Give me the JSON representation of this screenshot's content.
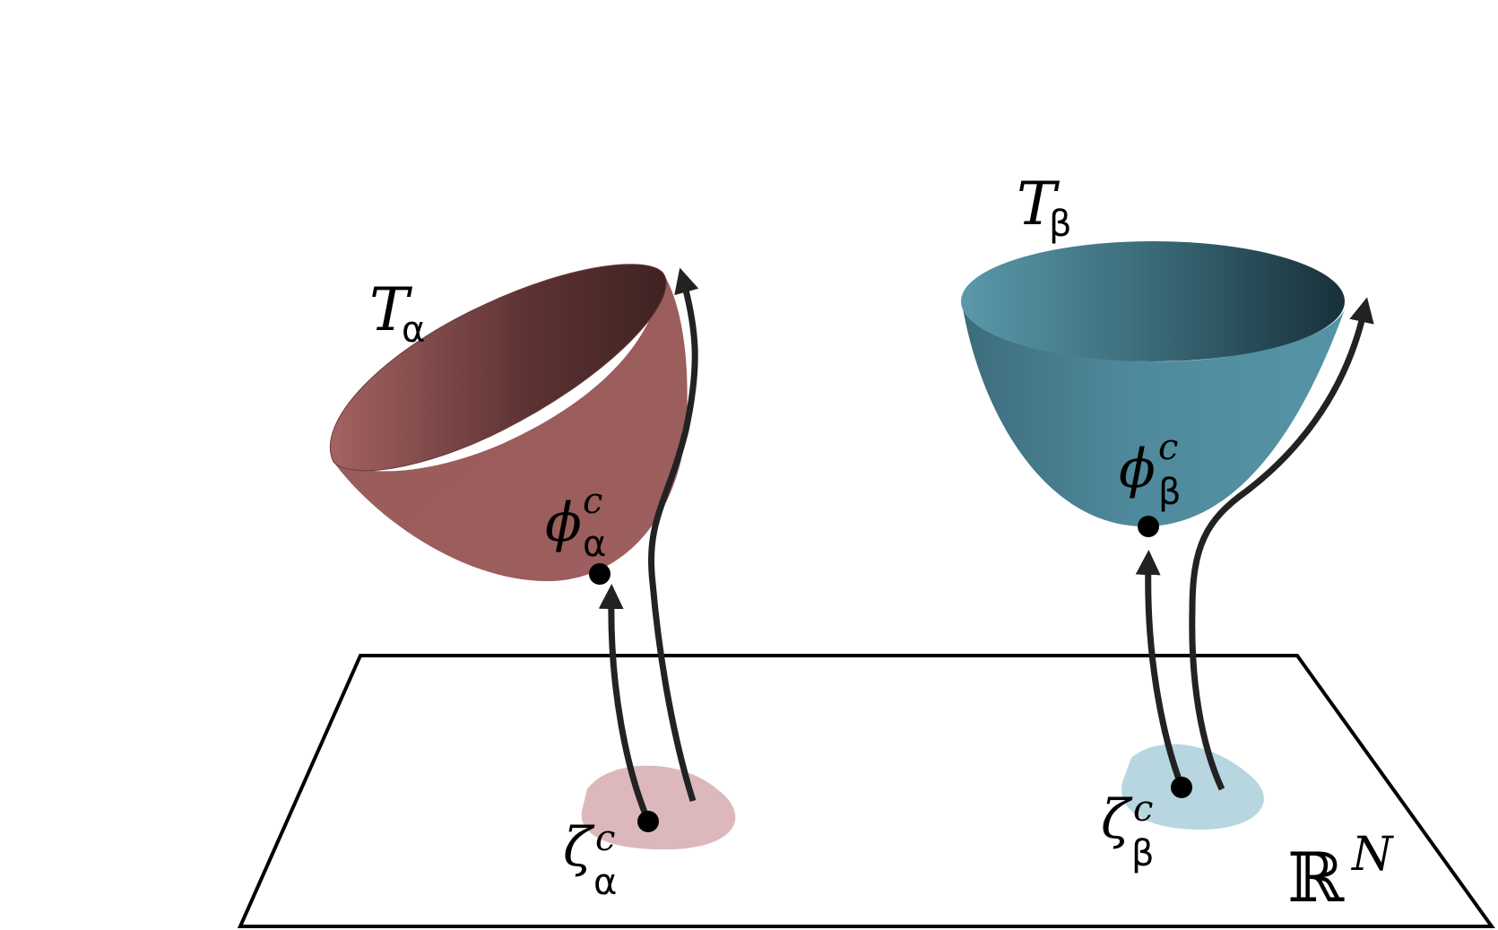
{
  "diagram": {
    "plane_label": {
      "base": "ℝ",
      "sup": "N"
    },
    "left": {
      "manifold_label": {
        "base": "T",
        "sub": "α"
      },
      "fixed_point_label": {
        "base": "ϕ",
        "sup": "c",
        "sub": "α"
      },
      "source_label": {
        "base": "ζ",
        "sup": "c",
        "sub": "α"
      },
      "bowl_color": "#9b5c5c",
      "patch_color": "#dcb8bc"
    },
    "right": {
      "manifold_label": {
        "base": "T",
        "sub": "β"
      },
      "fixed_point_label": {
        "base": "ϕ",
        "sup": "c",
        "sub": "β"
      },
      "source_label": {
        "base": "ζ",
        "sup": "c",
        "sub": "β"
      },
      "bowl_color": "#4f8a9c",
      "patch_color": "#b7d6e0"
    },
    "colors": {
      "arrow": "#222222",
      "point": "#000000",
      "plane_outline": "#000000"
    }
  }
}
